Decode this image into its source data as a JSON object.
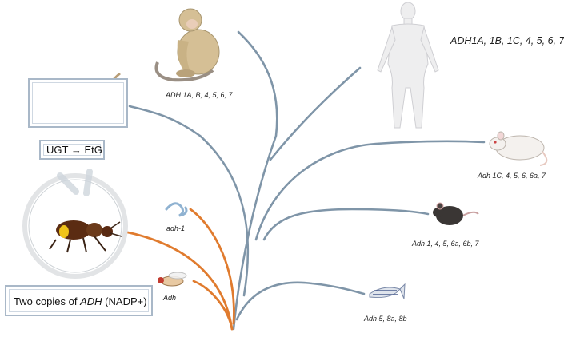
{
  "labels": {
    "human_genes": "ADH1A, 1B, 1C, 4, 5, 6, 7",
    "monkey_genes": "ADH 1A, B, 4, 5, 6, 7",
    "rat_genes": "Adh 1C, 4, 5, 6, 6a, 7",
    "mouse_genes": "Adh 1, 4, 5, 6a, 6b, 7",
    "zebrafish_genes": "Adh 5, 8a, 8b",
    "worm_gene": "adh-1",
    "fly_gene": "Adh"
  },
  "boxes": {
    "ugt_left": "UGT",
    "ugt_arrow": "→",
    "ugt_right": "EtG",
    "copies_prefix": "Two copies of ",
    "copies_gene": "ADH",
    "copies_suffix": " (NADP+)"
  },
  "colors": {
    "blue_branch": "#7f95a8",
    "orange_branch": "#e07b2e",
    "box_border": "#a9b8c8"
  }
}
